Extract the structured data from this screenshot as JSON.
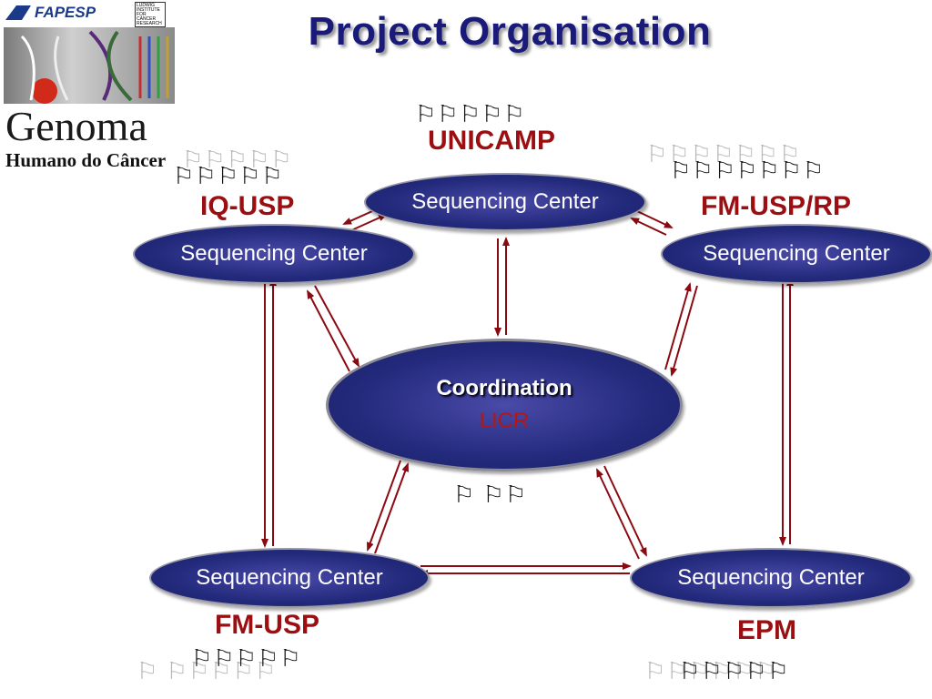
{
  "title": "Project Organisation",
  "logos": {
    "fapesp": "FAPESP",
    "ludwig": "LUDWIG INSTITUTE FOR CANCER RESEARCH",
    "genoma": "Genoma",
    "genoma_sub": "Humano do Câncer"
  },
  "coordination": {
    "label": "Coordination",
    "sub": "LICR"
  },
  "centers": {
    "unicamp": {
      "site": "UNICAMP",
      "label": "Sequencing Center"
    },
    "iq_usp": {
      "site": "IQ-USP",
      "label": "Sequencing Center"
    },
    "fm_usp_rp": {
      "site": "FM-USP/RP",
      "label": "Sequencing Center"
    },
    "fm_usp": {
      "site": "FM-USP",
      "label": "Sequencing Center"
    },
    "epm": {
      "site": "EPM",
      "label": "Sequencing Center"
    }
  },
  "flags": {
    "unicamp": "⚐⚐⚐⚐⚐",
    "iq_usp_back": "⚐⚐⚐⚐⚐",
    "iq_usp_front": "⚐⚐⚐⚐⚐",
    "fm_usp_rp_back": "⚐⚐⚐⚐⚐⚐⚐",
    "fm_usp_rp_front": "⚐⚐⚐⚐⚐⚐⚐",
    "coord": "⚐ ⚐⚐",
    "fm_usp_back": "⚐ ⚐⚐⚐⚐⚐",
    "fm_usp_front": "⚐⚐⚐⚐⚐",
    "epm_back": "⚐⚐⚐⚐⚐⚐",
    "epm_front": "⚐⚐⚐⚐⚐"
  },
  "colors": {
    "arrow": "#8b0a12",
    "site": "#9b0f12",
    "title": "#1a1a7a",
    "ellipse": "#232a7c"
  }
}
